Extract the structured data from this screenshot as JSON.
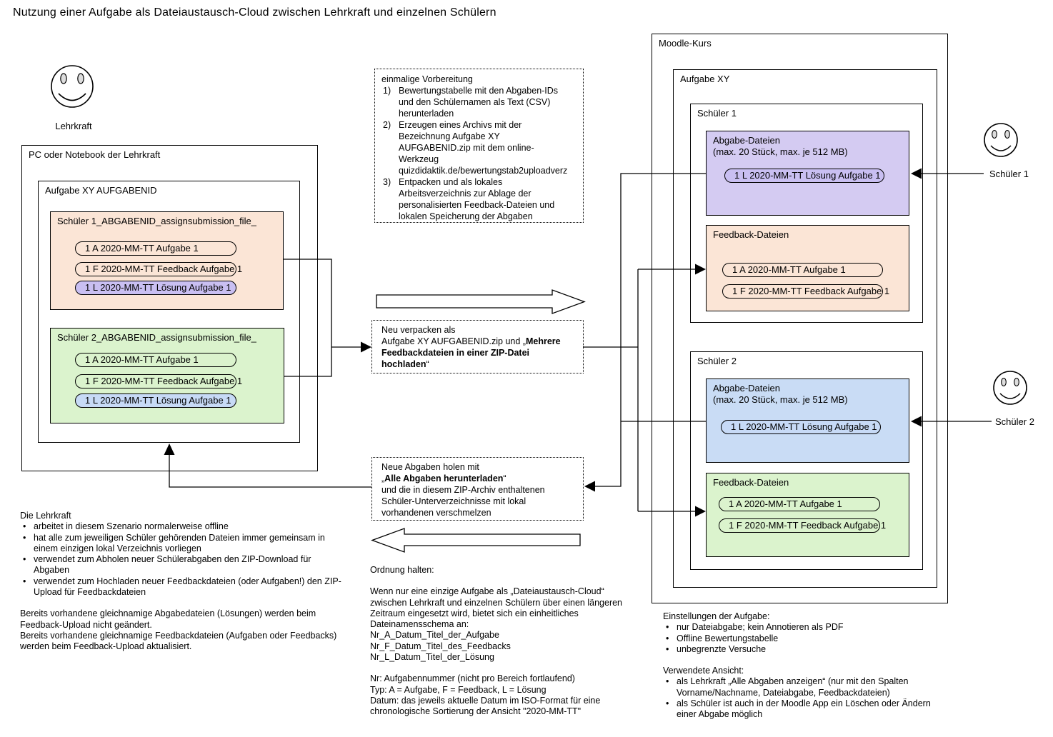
{
  "title": "Nutzung einer Aufgabe als Dateiaustausch-Cloud zwischen Lehrkraft und einzelnen Schülern",
  "actors": {
    "lehrkraft": "Lehrkraft",
    "schueler1": "Schüler 1",
    "schueler2": "Schüler 2"
  },
  "pc": {
    "label": "PC oder Notebook der Lehrkraft",
    "aufgabe_label": "Aufgabe XY AUFGABENID",
    "schueler1_folder": {
      "label": "Schüler 1_ABGABENID_assignsubmission_file_",
      "files": [
        "1 A 2020-MM-TT Aufgabe 1",
        "1 F 2020-MM-TT Feedback Aufgabe 1",
        "1 L 2020-MM-TT Lösung Aufgabe 1"
      ]
    },
    "schueler2_folder": {
      "label": "Schüler 2_ABGABENID_assignsubmission_file_",
      "files": [
        "1 A 2020-MM-TT Aufgabe 1",
        "1 F 2020-MM-TT Feedback Aufgabe 1",
        "1 L 2020-MM-TT Lösung Aufgabe 1"
      ]
    }
  },
  "vorbereitung": {
    "title": "einmalige Vorbereitung",
    "items": [
      {
        "num": "1)",
        "lines": [
          "Bewertungstabelle mit den Abgaben-IDs",
          "und den Schülernamen als Text (CSV)",
          "herunterladen"
        ]
      },
      {
        "num": "2)",
        "lines": [
          "Erzeugen eines Archivs mit der",
          "Bezeichnung Aufgabe XY",
          "AUFGABENID.zip mit dem online-",
          "Werkzeug",
          "quizdidaktik.de/bewertungstab2uploadverz"
        ]
      },
      {
        "num": "3)",
        "lines": [
          "Entpacken und als lokales",
          "Arbeitsverzeichnis zur Ablage der",
          "personalisierten Feedback-Dateien und",
          "lokalen Speicherung der Abgaben"
        ]
      }
    ]
  },
  "upload_note": {
    "l1": "Neu verpacken als",
    "l2_pre": "Aufgabe XY AUFGABENID.zip und „",
    "l2_bold": "Mehrere",
    "l3_bold": "Feedbackdateien in einer ZIP-Datei",
    "l4_bold": "hochladen",
    "l4_post": "“"
  },
  "download_note": {
    "l1": "Neue Abgaben holen mit",
    "l2_pre": "„",
    "l2_bold": "Alle Abgaben herunterladen",
    "l2_post": "“",
    "l3": "und die in diesem ZIP-Archiv enthaltenen",
    "l4": "Schüler-Unterverzeichnisse mit lokal",
    "l5": "vorhandenen verschmelzen"
  },
  "moodle": {
    "label": "Moodle-Kurs",
    "aufgabe_label": "Aufgabe XY",
    "schueler1": {
      "label": "Schüler 1",
      "abgabe": {
        "title": "Abgabe-Dateien",
        "subtitle": "(max. 20 Stück, max. je 512 MB)",
        "files": [
          "1 L 2020-MM-TT Lösung Aufgabe 1"
        ]
      },
      "feedback": {
        "title": "Feedback-Dateien",
        "files": [
          "1 A 2020-MM-TT Aufgabe 1",
          "1 F 2020-MM-TT Feedback Aufgabe 1"
        ]
      }
    },
    "schueler2": {
      "label": "Schüler 2",
      "abgabe": {
        "title": "Abgabe-Dateien",
        "subtitle": "(max. 20 Stück, max. je 512 MB)",
        "files": [
          "1 L 2020-MM-TT Lösung Aufgabe 1"
        ]
      },
      "feedback": {
        "title": "Feedback-Dateien",
        "files": [
          "1 A 2020-MM-TT Aufgabe 1",
          "1 F 2020-MM-TT Feedback Aufgabe 1"
        ]
      }
    }
  },
  "lehrkraft_notes": {
    "title": "Die Lehrkraft",
    "bullets": [
      "arbeitet in diesem Szenario normalerweise offline",
      "hat alle zum jeweiligen Schüler gehörenden Dateien immer gemeinsam in einem einzigen lokal Verzeichnis vorliegen",
      "verwendet zum Abholen neuer Schülerabgaben den ZIP-Download für Abgaben",
      "verwendet zum Hochladen neuer Feedbackdateien (oder Aufgaben!) den ZIP-Upload für Feedbackdateien"
    ],
    "p1": "Bereits vorhandene gleichnamige Abgabedateien (Lösungen) werden beim Feedback-Upload nicht geändert.",
    "p2": "Bereits vorhandene gleichnamige Feedbackdateien (Aufgaben oder Feedbacks) werden beim Feedback-Upload aktualisiert."
  },
  "ordnung": {
    "title": "Ordnung halten:",
    "p1": "Wenn nur eine einzige Aufgabe als „Dateiaustausch-Cloud“ zwischen Lehrkraft und einzelnen Schülern über einen längeren Zeitraum eingesetzt wird, bietet sich ein einheitliches Dateinamensschema an:",
    "schema": [
      "Nr_A_Datum_Titel_der_Aufgabe",
      "Nr_F_Datum_Titel_des_Feedbacks",
      "Nr_L_Datum_Titel_der_Lösung"
    ],
    "legend": [
      "Nr: Aufgabennummer (nicht pro Bereich fortlaufend)",
      "Typ: A = Aufgabe, F = Feedback, L = Lösung",
      "Datum: das jeweils aktuelle Datum im ISO-Format für eine chronologische Sortierung der Ansicht \"2020-MM-TT\""
    ]
  },
  "einstellungen": {
    "title": "Einstellungen der Aufgabe:",
    "bullets": [
      "nur Dateiabgabe; kein Annotieren als PDF",
      "Offline Bewertungstabelle",
      "unbegrenzte Versuche"
    ]
  },
  "ansicht": {
    "title": "Verwendete Ansicht:",
    "bullets": [
      "als Lehrkraft „Alle Abgaben anzeigen“ (nur mit den Spalten Vorname/Nachname, Dateiabgabe, Feedbackdateien)",
      "als Schüler ist auch in der Moodle App ein Löschen oder Ändern einer Abgabe möglich"
    ]
  },
  "colors": {
    "peach": "#FBE5D6",
    "lavender_box": "#D4CBF2",
    "lavender_pill": "#C9BFF2",
    "green": "#DBF3CD",
    "blue_box": "#C9DCF5",
    "blue_pill": "#C7DAF6",
    "line": "#000000"
  }
}
